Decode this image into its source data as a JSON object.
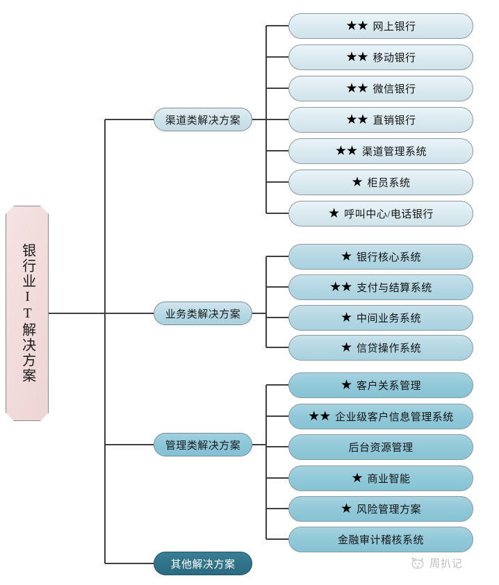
{
  "diagram": {
    "title": "银行业IT解决方案",
    "root": {
      "label": "银行业IT解决方案"
    },
    "categories": [
      {
        "id": "channel",
        "label": "渠道类解决方案",
        "tone": "cat-a"
      },
      {
        "id": "business",
        "label": "业务类解决方案",
        "tone": "cat-b"
      },
      {
        "id": "management",
        "label": "管理类解决方案",
        "tone": "cat-c"
      },
      {
        "id": "other",
        "label": "其他解决方案",
        "tone": "cat-other"
      }
    ],
    "channel_items": [
      {
        "label": "网上银行",
        "stars": "★★"
      },
      {
        "label": "移动银行",
        "stars": "★★"
      },
      {
        "label": "微信银行",
        "stars": "★★"
      },
      {
        "label": "直销银行",
        "stars": "★★"
      },
      {
        "label": "渠道管理系统",
        "stars": "★★"
      },
      {
        "label": "柜员系统",
        "stars": "★"
      },
      {
        "label": "呼叫中心/电话银行",
        "stars": "★"
      }
    ],
    "business_items": [
      {
        "label": "银行核心系统",
        "stars": "★"
      },
      {
        "label": "支付与结算系统",
        "stars": "★★"
      },
      {
        "label": "中间业务系统",
        "stars": "★"
      },
      {
        "label": "信贷操作系统",
        "stars": "★"
      }
    ],
    "management_items": [
      {
        "label": "客户关系管理",
        "stars": "★"
      },
      {
        "label": "企业级客户信息管理系统",
        "stars": "★★"
      },
      {
        "label": "后台资源管理",
        "stars": ""
      },
      {
        "label": "商业智能",
        "stars": "★"
      },
      {
        "label": "风险管理方案",
        "stars": "★"
      },
      {
        "label": "金融审计稽核系统",
        "stars": ""
      }
    ],
    "watermark": {
      "text": "周扒记"
    },
    "colors": {
      "root_fill": "#f2dcdc",
      "category_channel": "#cfe2ea",
      "category_business": "#b6d8e4",
      "category_management": "#8cc6d8",
      "category_other": "#2f7288",
      "leaf_light": "#dcebf1",
      "leaf_mid": "#b5d8e4",
      "leaf_dark": "#92c9d9",
      "line": "#3d3d3d"
    }
  }
}
